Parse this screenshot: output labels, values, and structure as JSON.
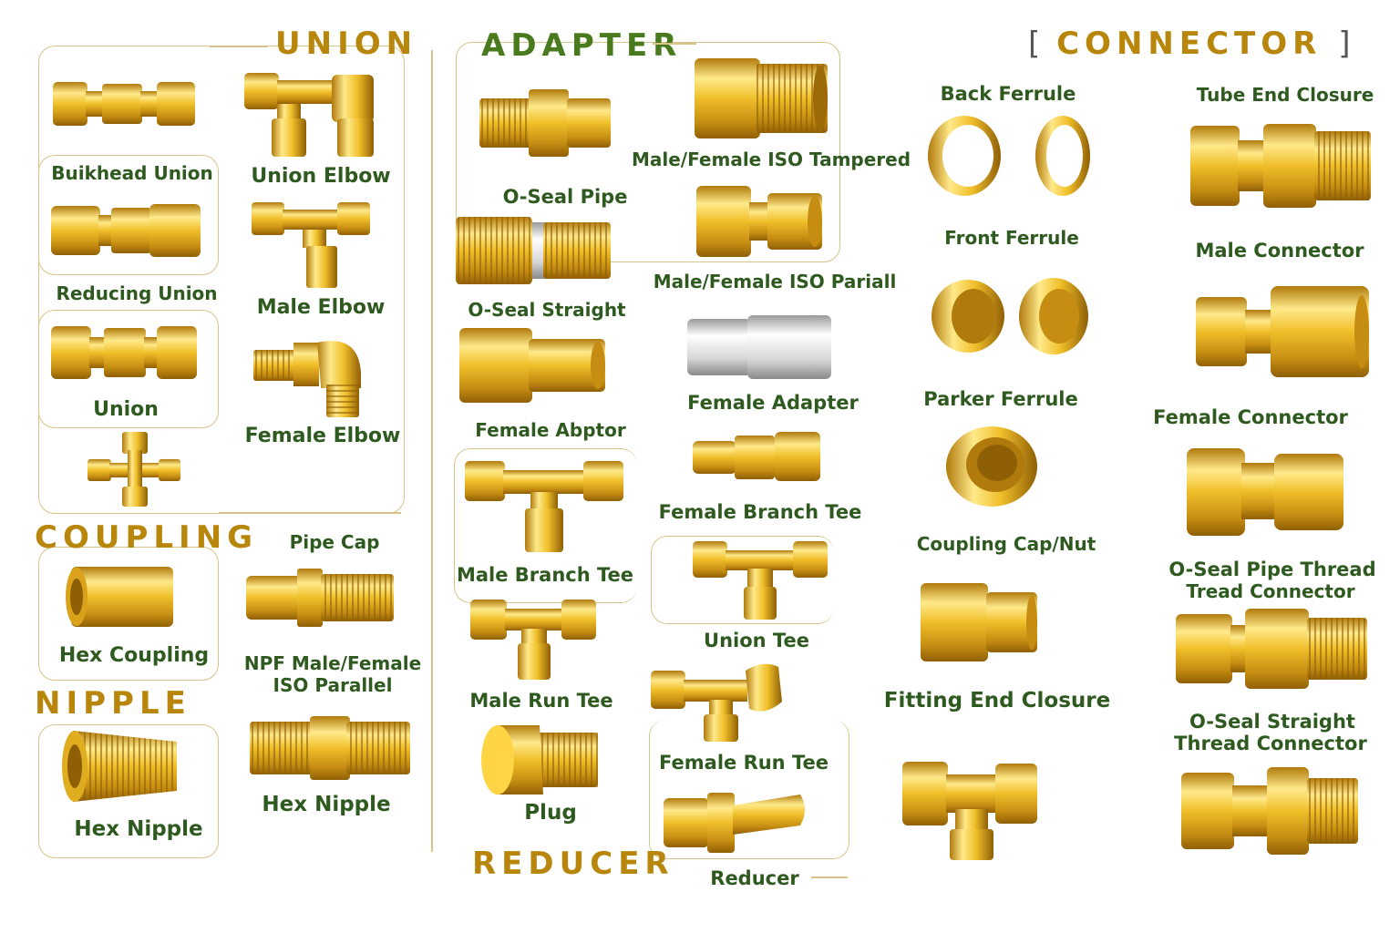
{
  "sections": {
    "union": "UNION",
    "adapter": "ADAPTER",
    "connector": "CONNECTOR",
    "connector_bracket_left": "[",
    "connector_bracket_right": "]",
    "coupling": "COUPLING",
    "nipple": "NIPPLE",
    "reducer": "REDUCER"
  },
  "labels": {
    "bulkhead_union": "Buikhead Union",
    "union_elbow": "Union Elbow",
    "reducing_union": "Reducing Union",
    "male_elbow": "Male Elbow",
    "union": "Union",
    "female_elbow": "Female Elbow",
    "pipe_cap": "Pipe Cap",
    "hex_coupling": "Hex Coupling",
    "npf_line1": "NPF Male/Female",
    "npf_line2": "ISO Parallel",
    "hex_nipple_right": "Hex Nipple",
    "hex_nipple_left": "Hex Nipple",
    "o_seal_pipe": "O-Seal Pipe",
    "male_female_iso_tampered": "Male/Female ISO Tampered",
    "o_seal_straight": "O-Seal Straight",
    "male_female_iso_parall": "Male/Female ISO Pariall",
    "female_abptor": "Female Abptor",
    "female_adapter": "Female Adapter",
    "female_branch_tee": "Female Branch Tee",
    "male_branch_tee": "Male Branch Tee",
    "union_tee": "Union Tee",
    "male_run_tee": "Male Run Tee",
    "female_run_tee": "Female Run Tee",
    "plug": "Plug",
    "reducer": "Reducer",
    "back_ferrule": "Back Ferrule",
    "tube_end_closure": "Tube End Closure",
    "front_ferrule": "Front Ferrule",
    "male_connector": "Male Connector",
    "parker_ferrule": "Parker Ferrule",
    "female_connector": "Female Connector",
    "coupling_cap_nut": "Coupling Cap/Nut",
    "o_seal_pipe_thread_line1": "O-Seal Pipe Thread",
    "o_seal_pipe_thread_line2": "Tread Connector",
    "fitting_end_closure": "Fitting End Closure",
    "o_seal_straight_thread_line1": "O-Seal Straight",
    "o_seal_straight_thread_line2": "Thread Connector"
  },
  "colors": {
    "brass_light": "#ffe27a",
    "brass_mid": "#e8b420",
    "brass_dark": "#a9740a",
    "label_green": "#2f5a1f",
    "heading_gold": "#b8860b",
    "heading_green": "#4a7a1e",
    "steel": "#e6e6e6"
  }
}
